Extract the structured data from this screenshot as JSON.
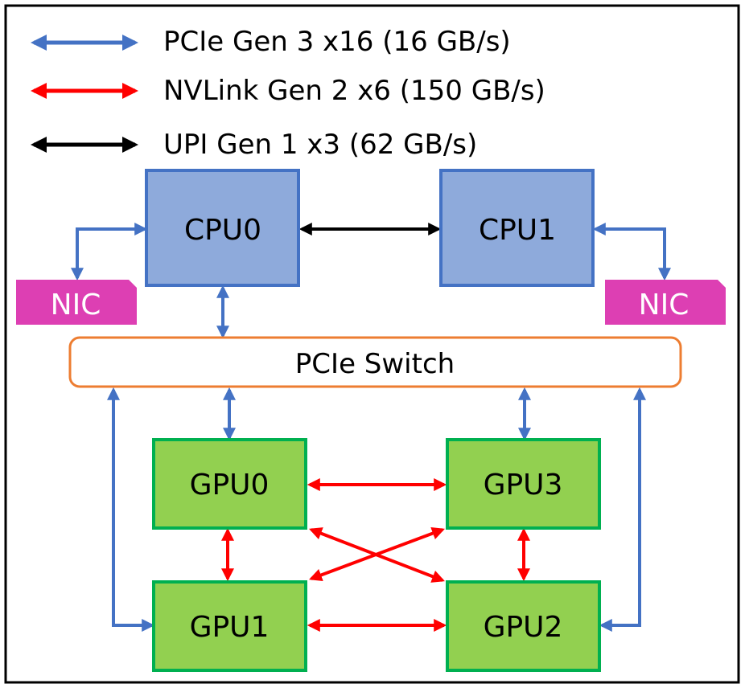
{
  "colors": {
    "pcie": "#4472c4",
    "nvlink": "#ff0000",
    "upi": "#000000",
    "cpu_fill": "#8eaadb",
    "cpu_stroke": "#4472c4",
    "gpu_fill": "#92d050",
    "gpu_stroke": "#00b050",
    "nic_fill": "#dd3fb3",
    "switch_stroke": "#ed7d31"
  },
  "legend": [
    {
      "type": "pcie",
      "label": "PCIe Gen 3 x16 (16 GB/s)"
    },
    {
      "type": "nvlink",
      "label": "NVLink Gen 2 x6 (150 GB/s)"
    },
    {
      "type": "upi",
      "label": "UPI Gen 1 x3 (62 GB/s)"
    }
  ],
  "nodes": {
    "cpu0": "CPU0",
    "cpu1": "CPU1",
    "nic_left": "NIC",
    "nic_right": "NIC",
    "pcie_switch": "PCIe Switch",
    "gpu0": "GPU0",
    "gpu1": "GPU1",
    "gpu2": "GPU2",
    "gpu3": "GPU3"
  },
  "links": [
    {
      "from": "CPU0",
      "to": "CPU1",
      "type": "upi"
    },
    {
      "from": "CPU0",
      "to": "NIC (left)",
      "type": "pcie"
    },
    {
      "from": "CPU1",
      "to": "NIC (right)",
      "type": "pcie"
    },
    {
      "from": "CPU0",
      "to": "PCIe Switch",
      "type": "pcie"
    },
    {
      "from": "PCIe Switch",
      "to": "GPU0",
      "type": "pcie"
    },
    {
      "from": "PCIe Switch",
      "to": "GPU3",
      "type": "pcie"
    },
    {
      "from": "GPU1",
      "to": "PCIe Switch",
      "type": "pcie"
    },
    {
      "from": "GPU2",
      "to": "PCIe Switch",
      "type": "pcie"
    },
    {
      "from": "GPU0",
      "to": "GPU3",
      "type": "nvlink"
    },
    {
      "from": "GPU0",
      "to": "GPU1",
      "type": "nvlink"
    },
    {
      "from": "GPU3",
      "to": "GPU2",
      "type": "nvlink"
    },
    {
      "from": "GPU1",
      "to": "GPU2",
      "type": "nvlink"
    },
    {
      "from": "GPU0",
      "to": "GPU2",
      "type": "nvlink"
    },
    {
      "from": "GPU3",
      "to": "GPU1",
      "type": "nvlink"
    }
  ]
}
